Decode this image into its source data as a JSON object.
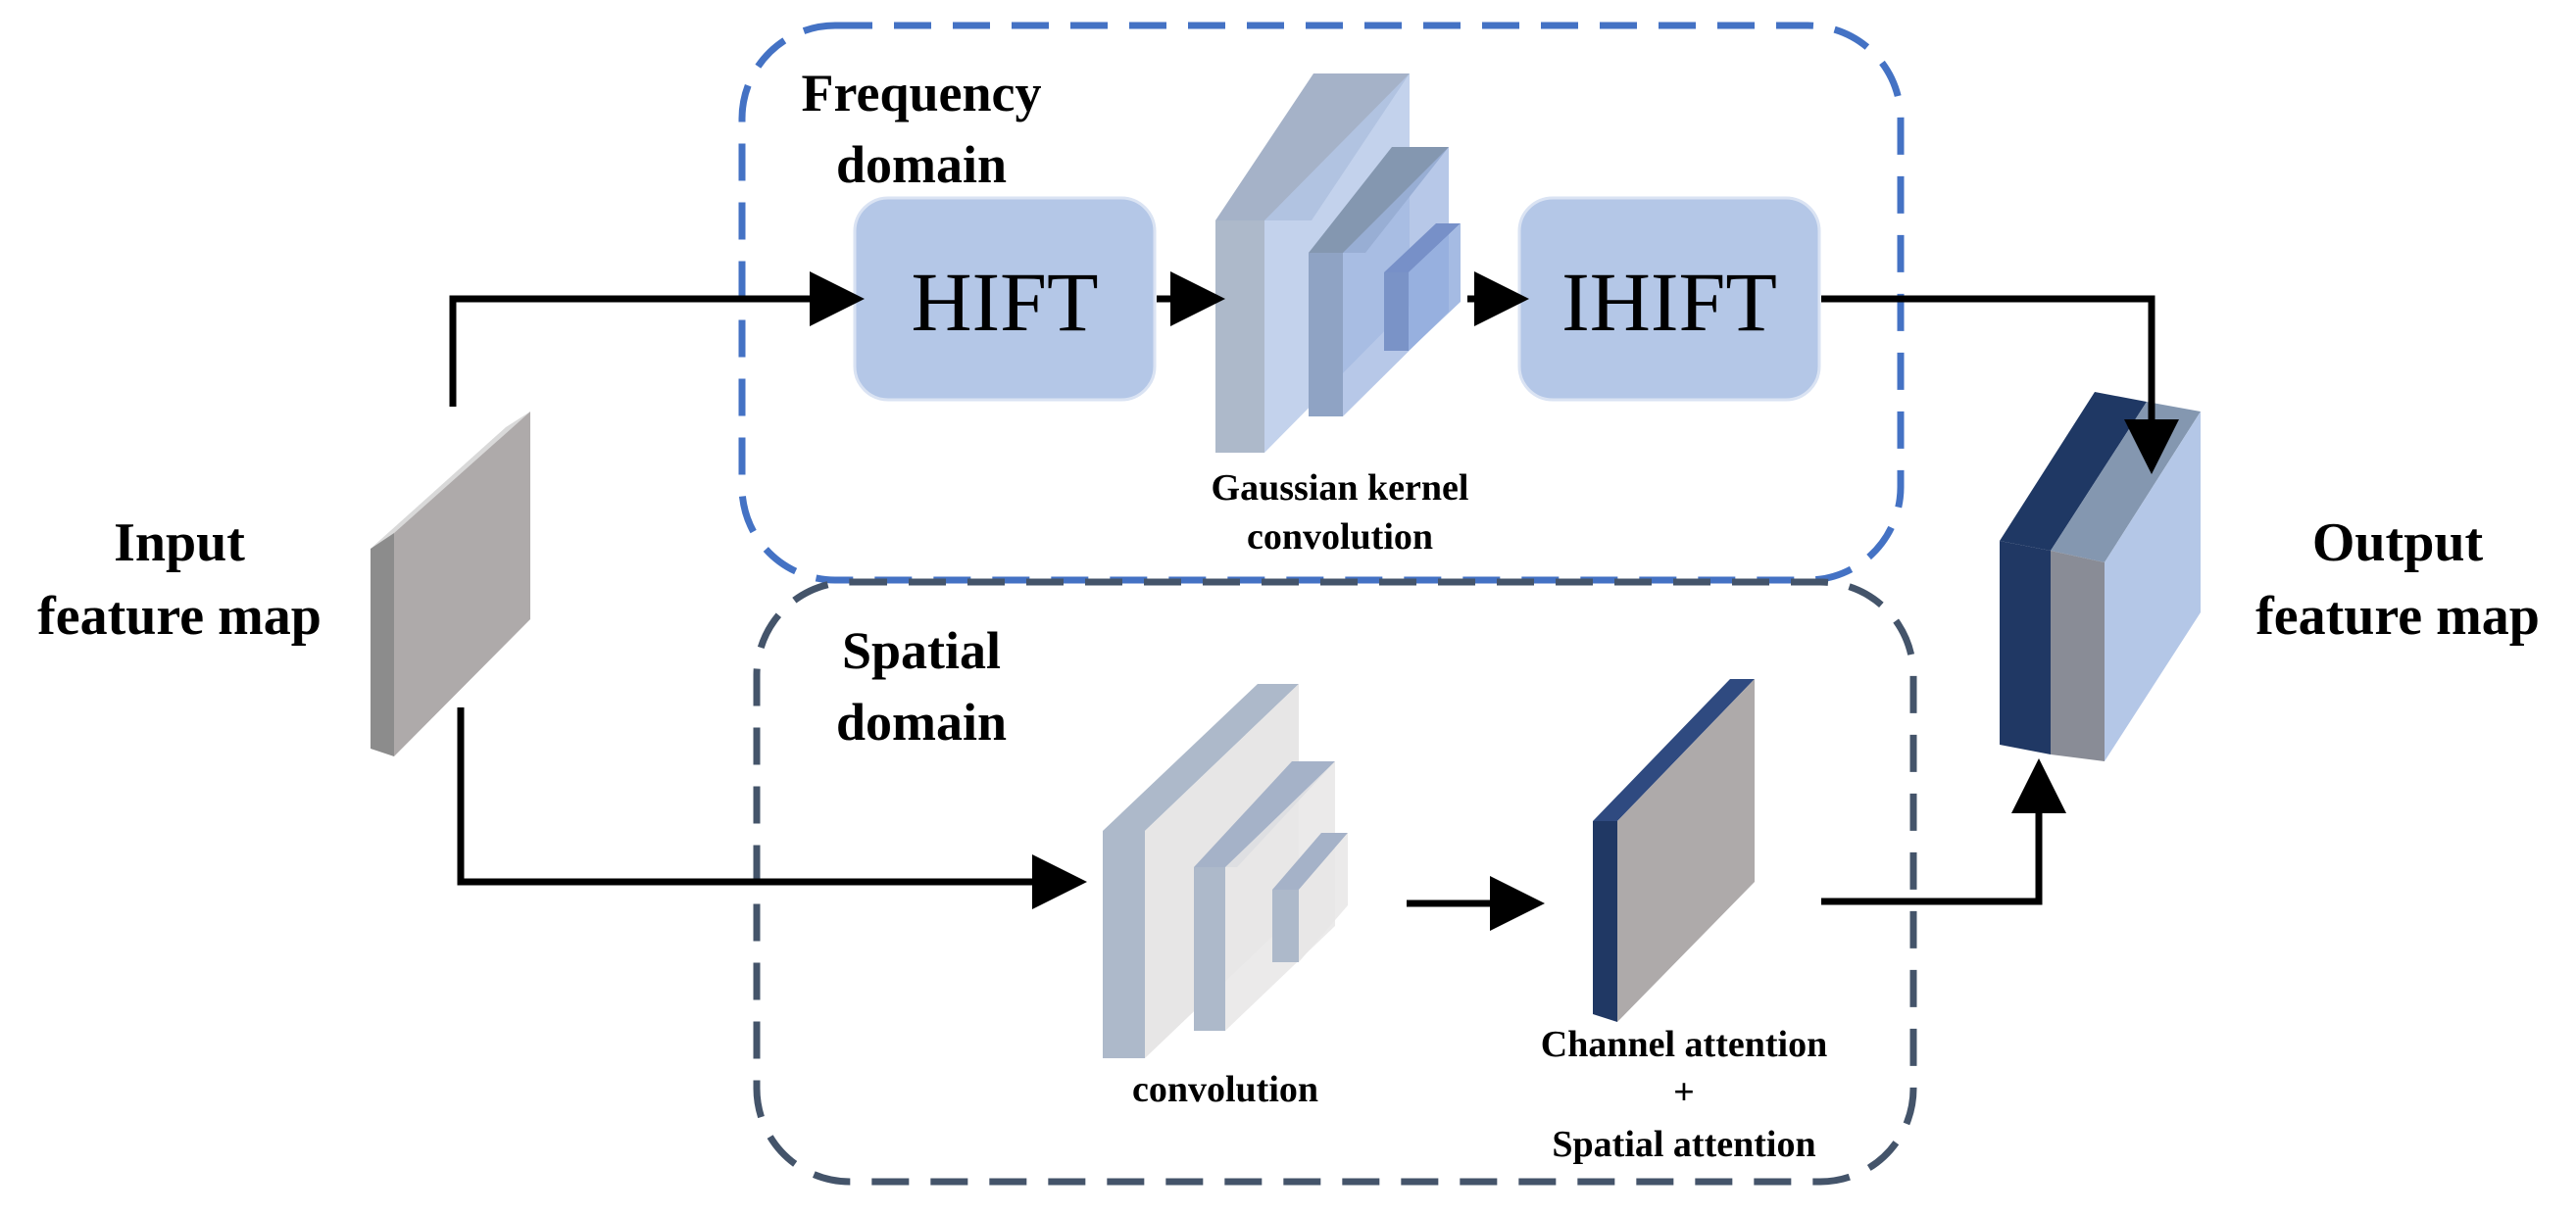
{
  "input": {
    "line1": "Input",
    "line2": "feature map"
  },
  "output": {
    "line1": "Output",
    "line2": "feature map"
  },
  "frequency": {
    "title1": "Frequency",
    "title2": "domain",
    "box1": "HIFT",
    "box2": "IHIFT",
    "kernel_line1": "Gaussian kernel",
    "kernel_line2": "convolution"
  },
  "spatial": {
    "title1": "Spatial",
    "title2": "domain",
    "conv": "convolution",
    "attn_line1": "Channel attention",
    "attn_line2": "+",
    "attn_line3": "Spatial attention"
  },
  "colors": {
    "freq_border": "#4472C4",
    "spatial_border": "#44546A",
    "box_fill": "#B4C7E7",
    "dark_navy": "#203864",
    "gray_face": "#AEAAAA"
  }
}
